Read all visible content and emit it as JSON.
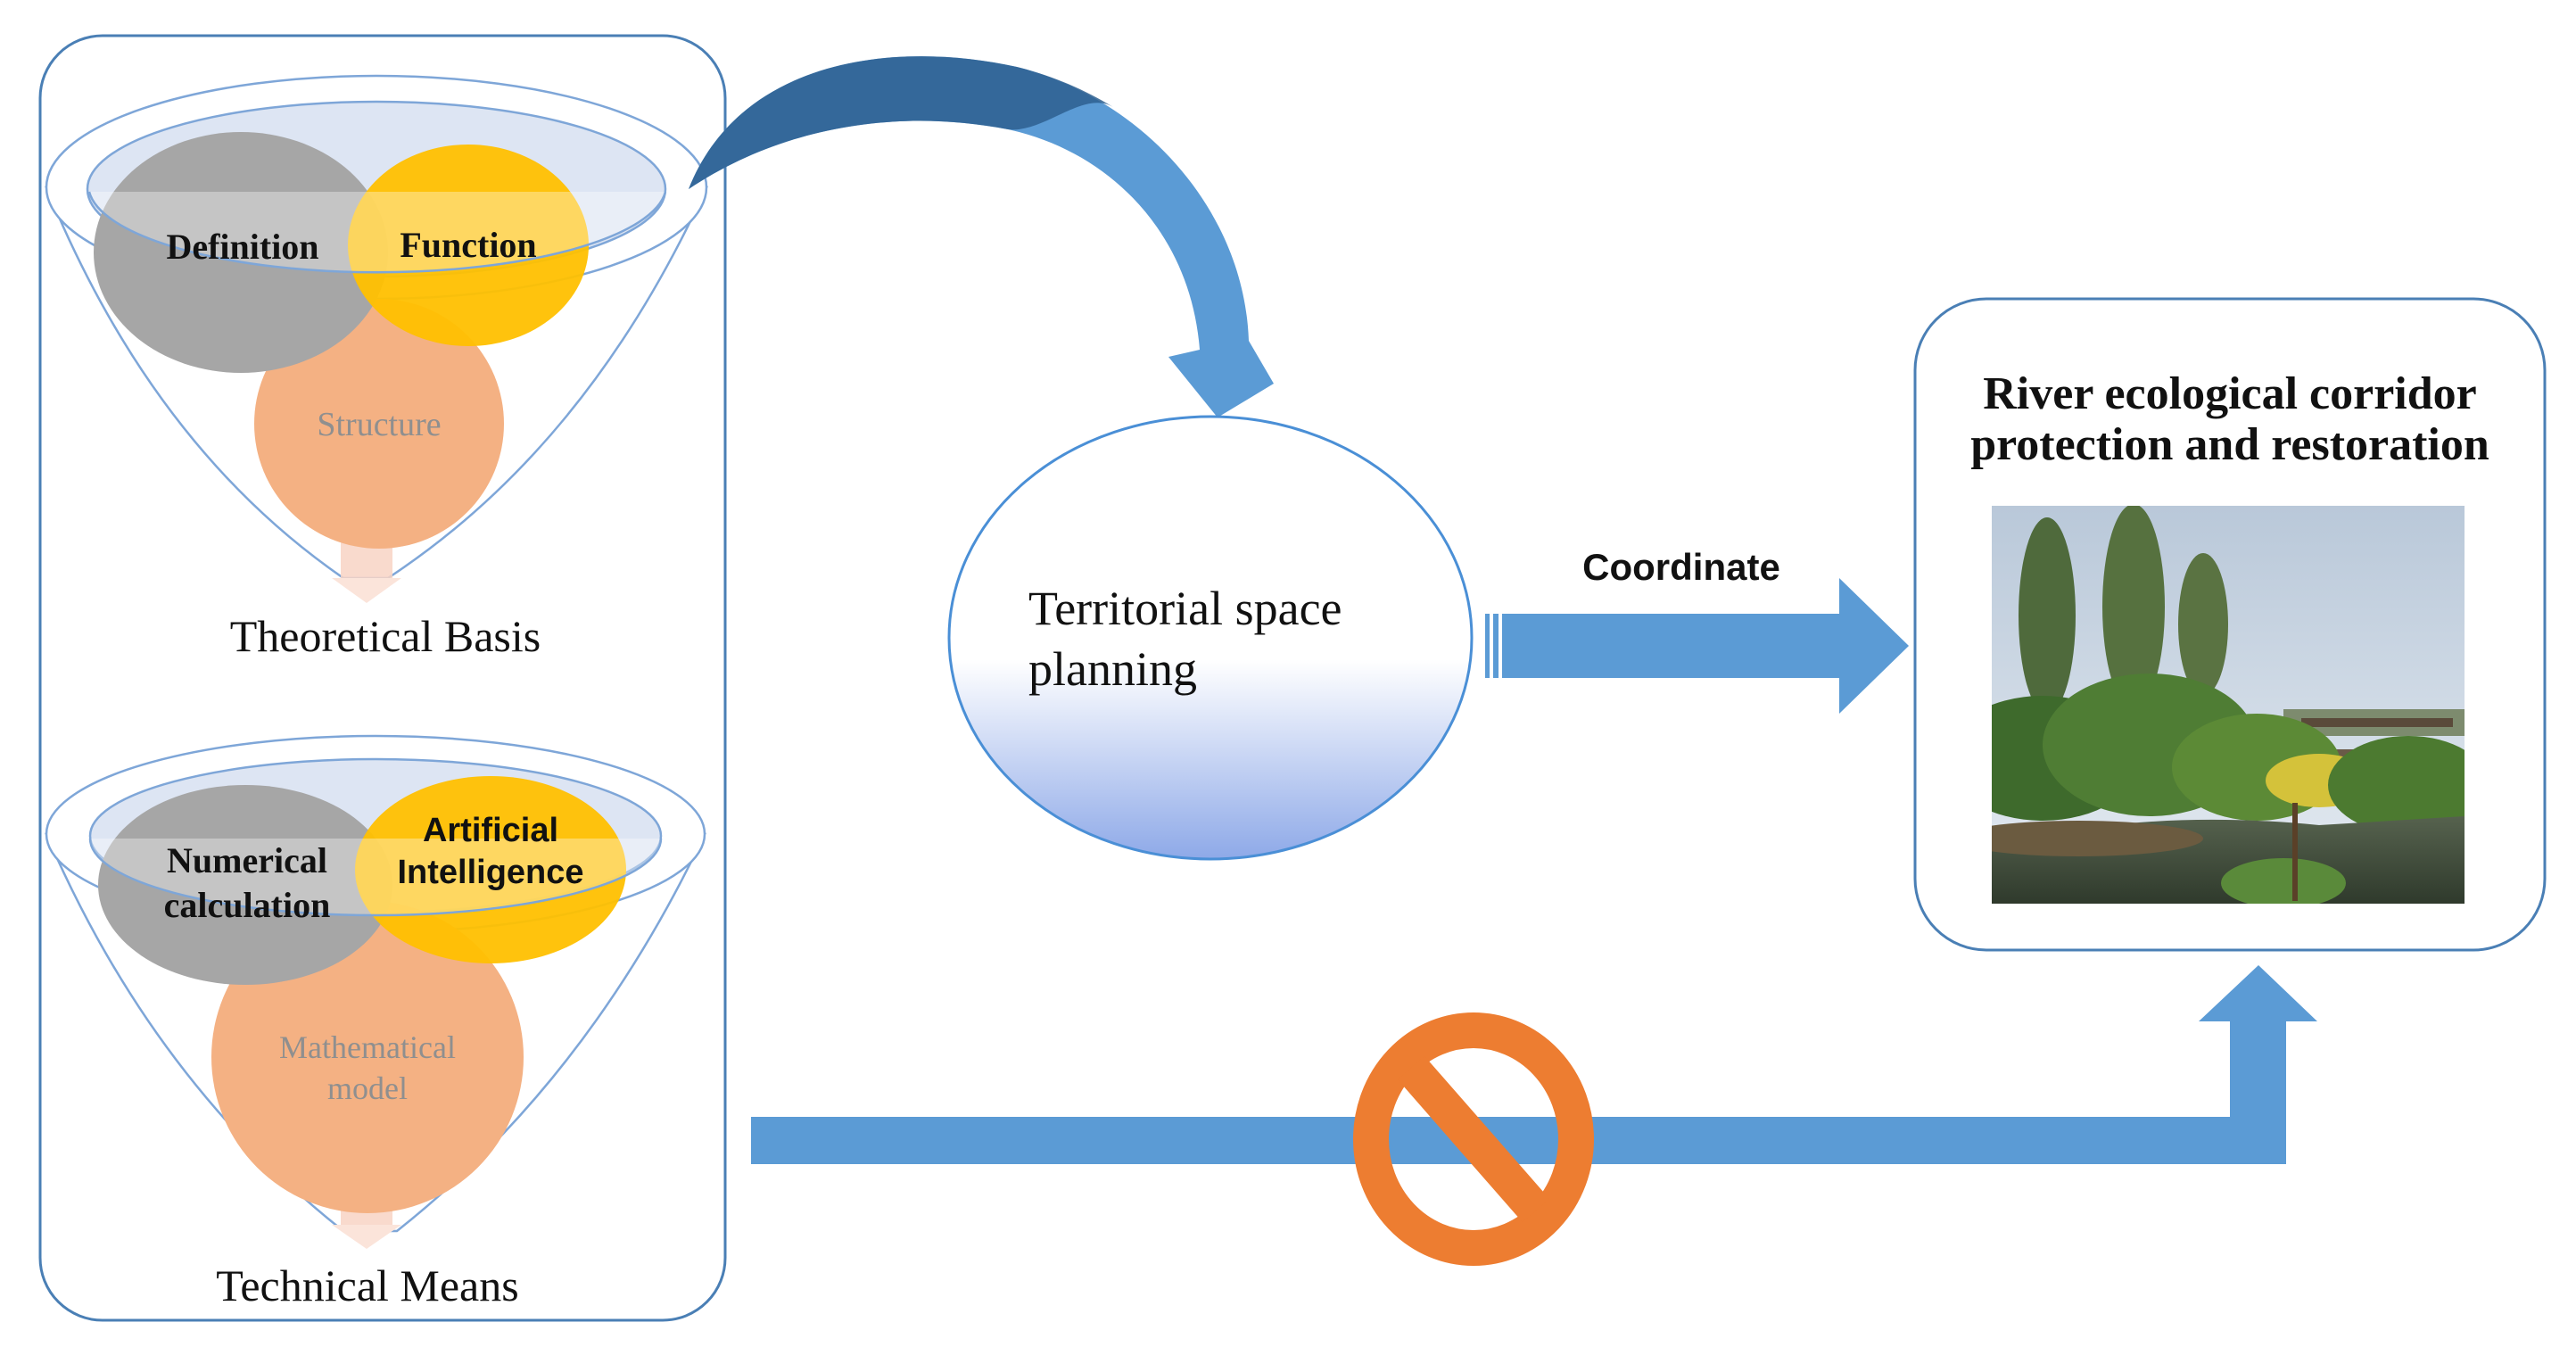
{
  "theoretical": {
    "circle_left": "Definition",
    "circle_right": "Function",
    "circle_bottom": "Structure",
    "caption": "Theoretical Basis"
  },
  "technical": {
    "circle_left_line1": "Numerical",
    "circle_left_line2": "calculation",
    "circle_right_line1": "Artificial",
    "circle_right_line2": "Intelligence",
    "circle_bottom_line1": "Mathematical",
    "circle_bottom_line2": "model",
    "caption": "Technical Means"
  },
  "planning": {
    "line1": "Territorial space",
    "line2": "planning"
  },
  "coordinate_label": "Coordinate",
  "result": {
    "line1": "River ecological corridor",
    "line2": "protection and restoration",
    "photo_icon": "river-landscape-photo"
  },
  "prohibited_icon": "no-entry-icon",
  "colors": {
    "gray": "#a6a6a6",
    "gold": "#ffc000",
    "salmon": "#f4b183",
    "arrow_blue": "#5b9bd5",
    "arrow_dark": "#2e5f8f",
    "forbid_orange": "#ed7d31",
    "border_blue": "#4a7fb5"
  }
}
